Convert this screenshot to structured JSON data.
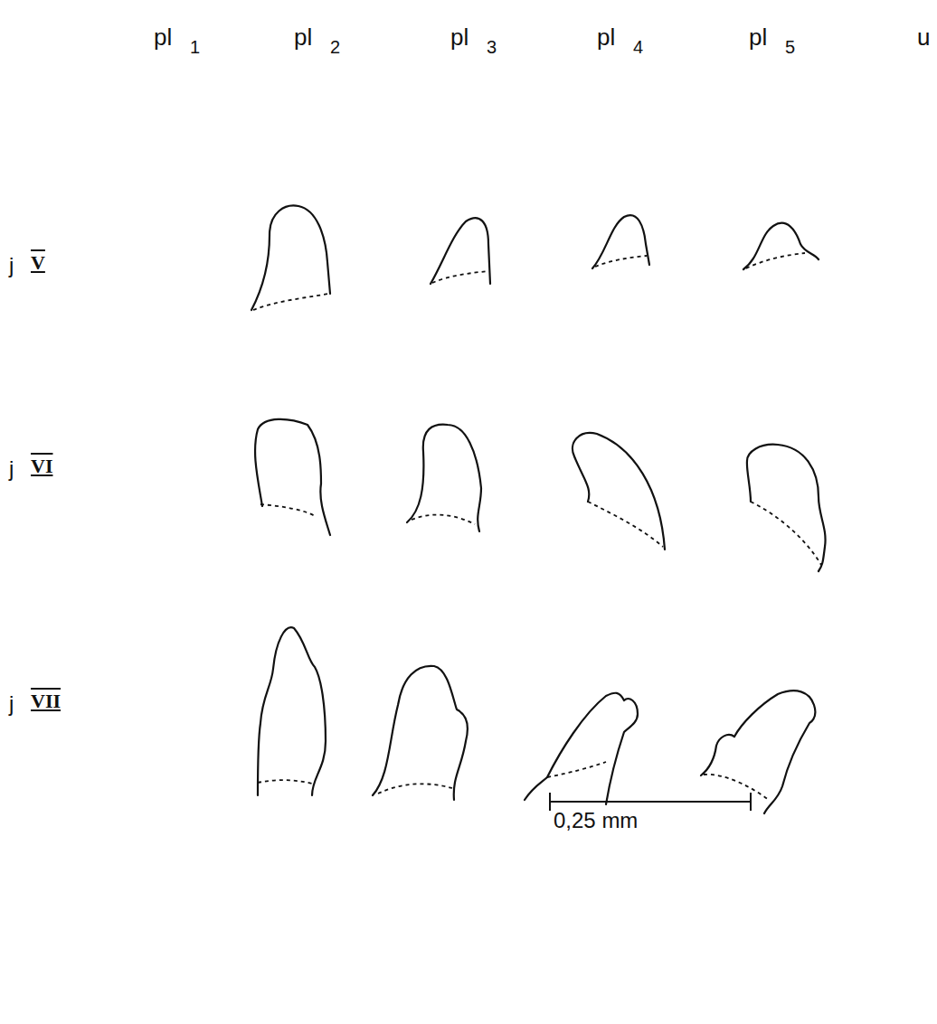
{
  "diagram": {
    "labels": [
      "pl",
      "1",
      "pl",
      "2",
      "pl",
      "3",
      "pl",
      "4",
      "pl",
      "5",
      "u",
      "j",
      "V",
      "j",
      "VI",
      "j",
      "VII",
      "0,25 mm"
    ]
  }
}
